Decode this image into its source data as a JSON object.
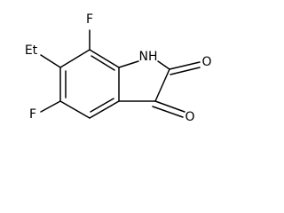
{
  "molecule": {
    "atoms": {
      "f_top": "F",
      "ethyl": "Et",
      "nh": "NH",
      "o_upper": "O",
      "o_lower": "O",
      "f_bottom": "F"
    }
  }
}
